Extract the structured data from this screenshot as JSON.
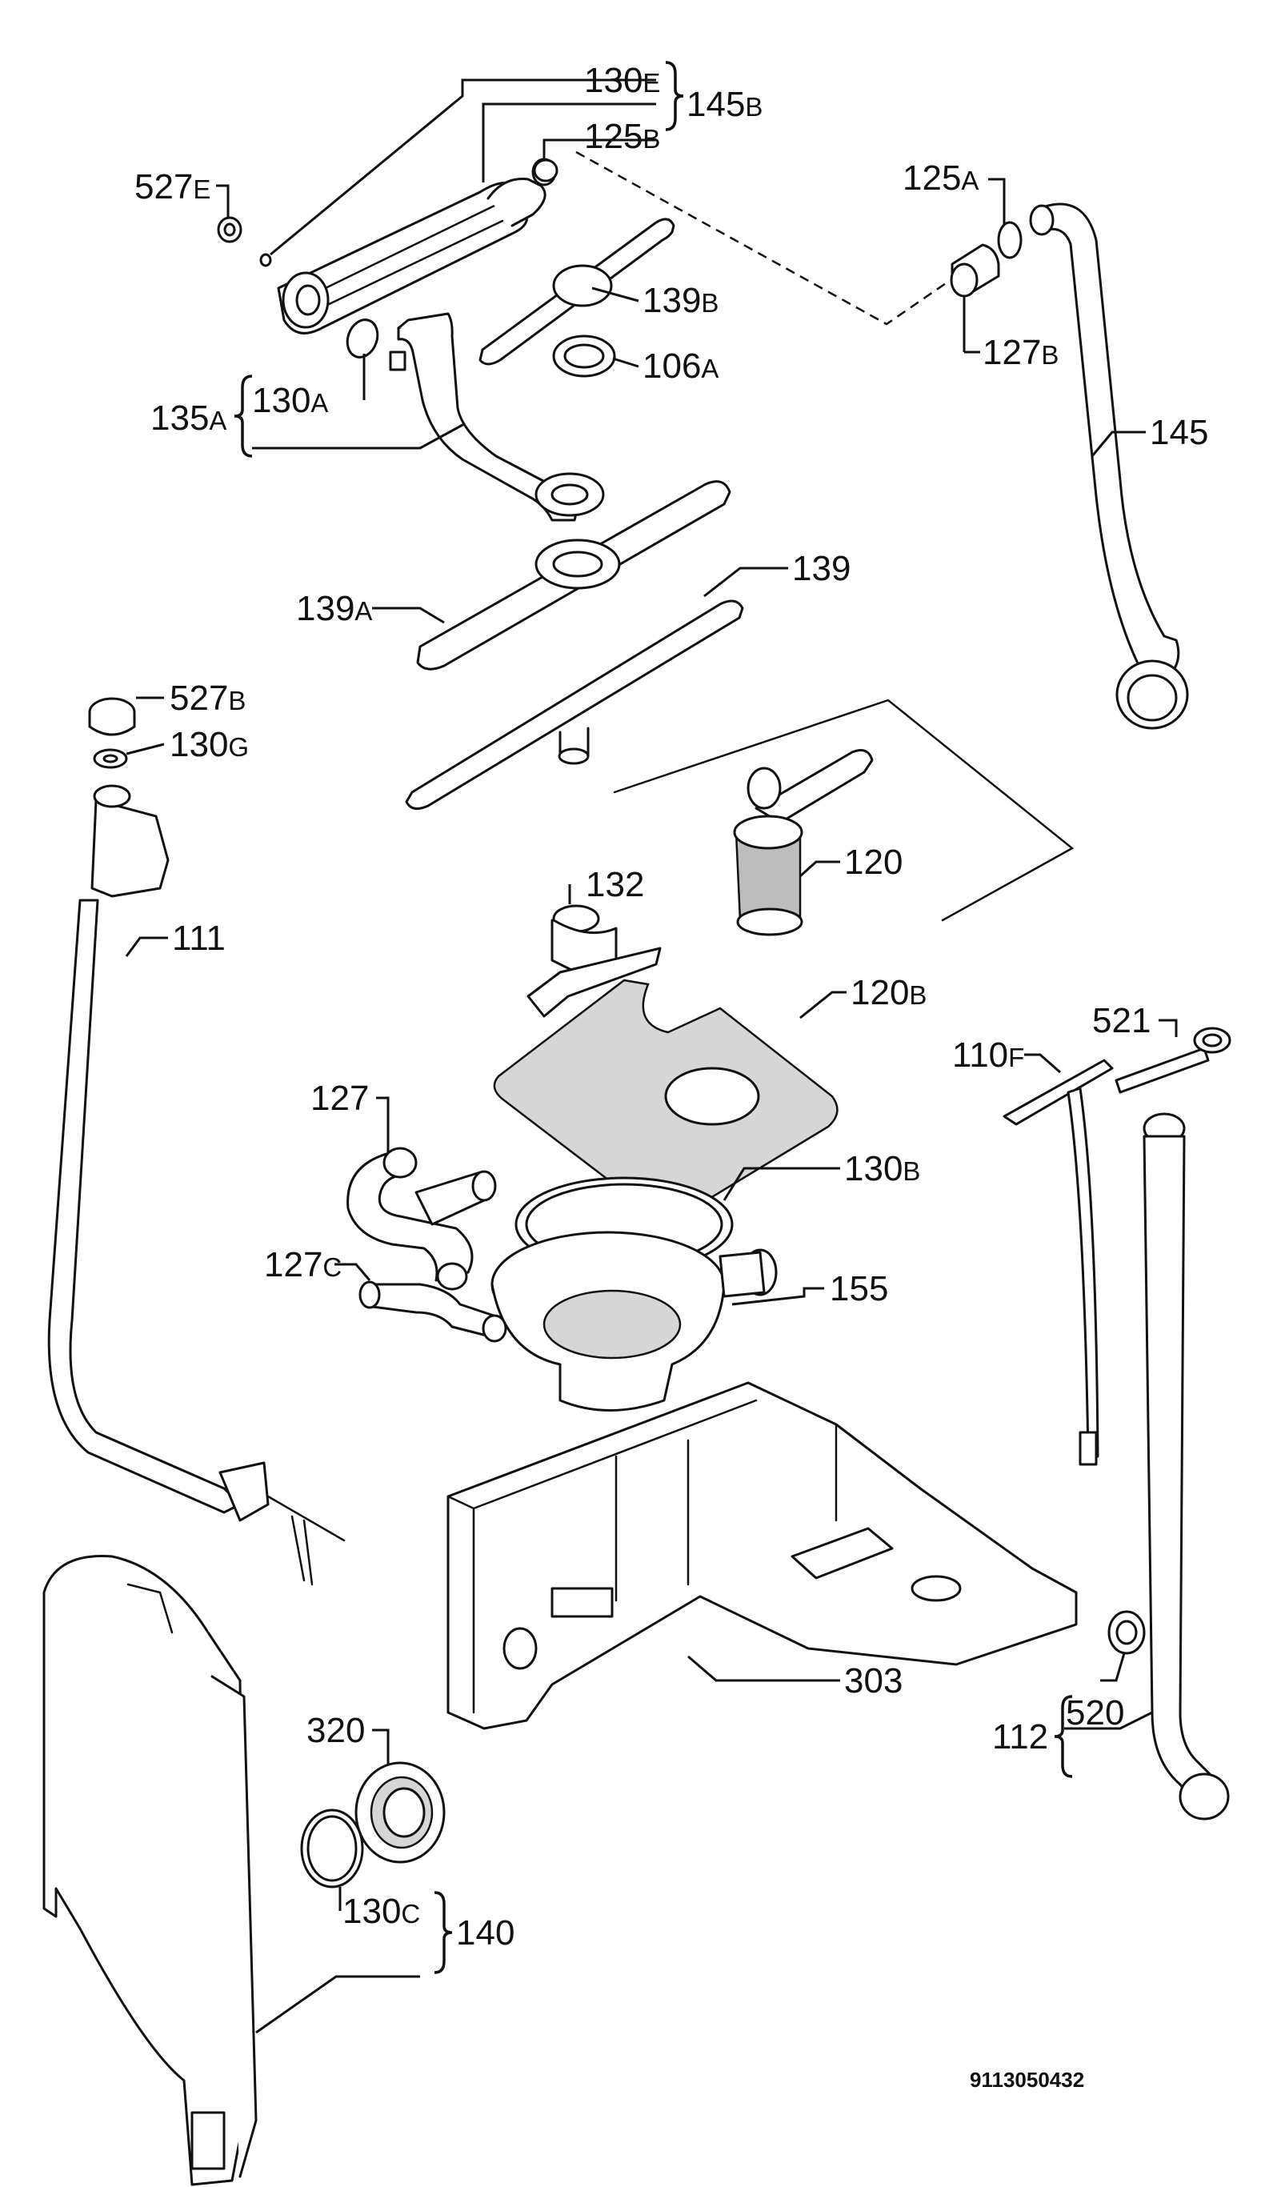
{
  "diagram": {
    "document_number": "9113050432",
    "labels": [
      {
        "id": "l-130e",
        "main": "130",
        "suffix": "E"
      },
      {
        "id": "l-145b",
        "main": "145",
        "suffix": "B"
      },
      {
        "id": "l-125b",
        "main": "125",
        "suffix": "B"
      },
      {
        "id": "l-527e",
        "main": "527",
        "suffix": "E"
      },
      {
        "id": "l-125a",
        "main": "125",
        "suffix": "A"
      },
      {
        "id": "l-139b",
        "main": "139",
        "suffix": "B"
      },
      {
        "id": "l-106a",
        "main": "106",
        "suffix": "A"
      },
      {
        "id": "l-127b",
        "main": "127",
        "suffix": "B"
      },
      {
        "id": "l-135a",
        "main": "135",
        "suffix": "A"
      },
      {
        "id": "l-130a",
        "main": "130",
        "suffix": "A"
      },
      {
        "id": "l-145",
        "main": "145",
        "suffix": ""
      },
      {
        "id": "l-139a",
        "main": "139",
        "suffix": "A"
      },
      {
        "id": "l-139",
        "main": "139",
        "suffix": ""
      },
      {
        "id": "l-527b",
        "main": "527",
        "suffix": "B"
      },
      {
        "id": "l-130g",
        "main": "130",
        "suffix": "G"
      },
      {
        "id": "l-132",
        "main": "132",
        "suffix": ""
      },
      {
        "id": "l-120",
        "main": "120",
        "suffix": ""
      },
      {
        "id": "l-111",
        "main": "111",
        "suffix": ""
      },
      {
        "id": "l-120b",
        "main": "120",
        "suffix": "B"
      },
      {
        "id": "l-521",
        "main": "521",
        "suffix": ""
      },
      {
        "id": "l-110f",
        "main": "110",
        "suffix": "F"
      },
      {
        "id": "l-127",
        "main": "127",
        "suffix": ""
      },
      {
        "id": "l-130b",
        "main": "130",
        "suffix": "B"
      },
      {
        "id": "l-127c",
        "main": "127",
        "suffix": "C"
      },
      {
        "id": "l-155",
        "main": "155",
        "suffix": ""
      },
      {
        "id": "l-303",
        "main": "303",
        "suffix": ""
      },
      {
        "id": "l-320",
        "main": "320",
        "suffix": ""
      },
      {
        "id": "l-112",
        "main": "112",
        "suffix": ""
      },
      {
        "id": "l-520",
        "main": "520",
        "suffix": ""
      },
      {
        "id": "l-130c",
        "main": "130",
        "suffix": "C"
      },
      {
        "id": "l-140",
        "main": "140",
        "suffix": ""
      }
    ]
  }
}
